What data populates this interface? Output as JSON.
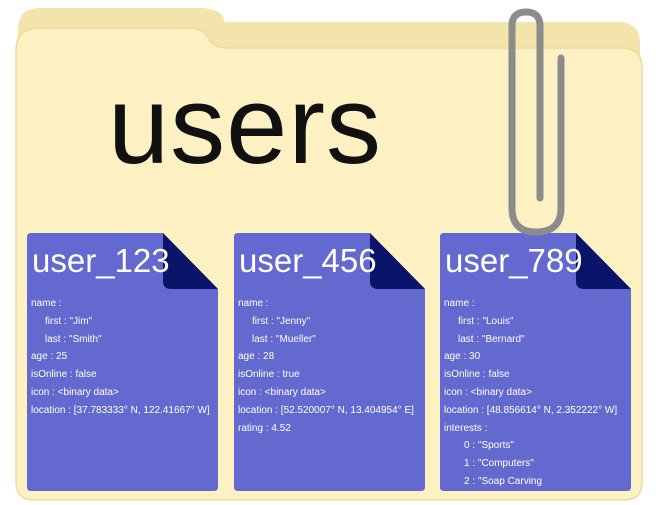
{
  "folder": {
    "title": "users"
  },
  "documents": [
    {
      "id": "user_123",
      "lines": [
        "name :",
        "first : \"Jim\"",
        "last : \"Smith\"",
        "age : 25",
        "isOnline : false",
        "icon : <binary data>",
        "location : [37.783333° N, 122.41667° W]"
      ]
    },
    {
      "id": "user_456",
      "lines": [
        "name :",
        "first : \"Jenny\"",
        "last : \"Mueller\"",
        "age : 28",
        "isOnline : true",
        "icon : <binary data>",
        "location : [52.520007° N, 13.404954° E]",
        "rating : 4.52"
      ]
    },
    {
      "id": "user_789",
      "lines": [
        "name :",
        "first : \"Louis\"",
        "last : \"Bernard\"",
        "age : 30",
        "isOnline : false",
        "icon : <binary data>",
        "location : [48.856614° N, 2.352222° W]",
        "interests :",
        "0 : \"Sports\"",
        "1 : \"Computers\"",
        "2 : \"Soap Carving"
      ]
    }
  ],
  "colors": {
    "folder_fill": "#fdf0c2",
    "folder_edge": "#e6d9a6",
    "doc_fill": "#6469d0",
    "doc_fold": "#0a1468",
    "clip": "#8c8c8c"
  }
}
